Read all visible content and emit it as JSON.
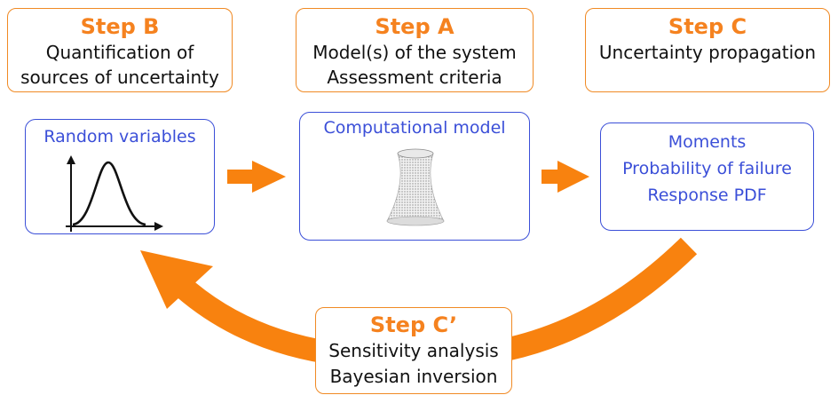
{
  "steps": {
    "b": {
      "title": "Step B",
      "lines": [
        "Quantification of",
        "sources of uncertainty"
      ]
    },
    "a": {
      "title": "Step A",
      "lines": [
        "Model(s) of the system",
        "Assessment criteria"
      ]
    },
    "c": {
      "title": "Step C",
      "lines": [
        "Uncertainty propagation"
      ]
    },
    "c_prime": {
      "title": "Step C’",
      "lines": [
        "Sensitivity analysis",
        "Bayesian inversion"
      ]
    }
  },
  "boxes": {
    "random_variables": {
      "label": "Random variables",
      "icon": "bell-curve-pdf-icon"
    },
    "computational_model": {
      "label": "Computational model",
      "icon": "cooling-tower-mesh-icon"
    },
    "outputs": {
      "lines": [
        "Moments",
        "Probability of failure",
        "Response PDF"
      ]
    }
  },
  "colors": {
    "orange": "#f5821f",
    "blue": "#3b4fd8",
    "text": "#111111"
  }
}
